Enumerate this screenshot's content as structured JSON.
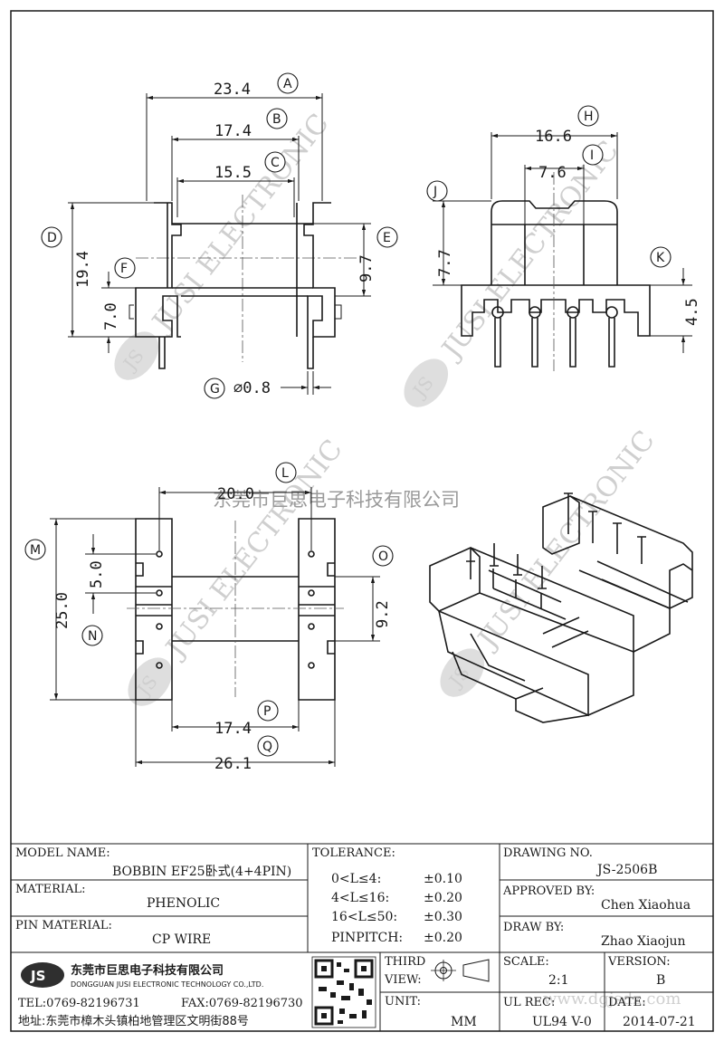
{
  "views": {
    "front": {
      "dims": {
        "A": "23.4",
        "B": "17.4",
        "C": "15.5",
        "D": "19.4",
        "E": "9.7",
        "F": "7.0",
        "G": "⌀0.8"
      }
    },
    "side": {
      "dims": {
        "H": "16.6",
        "I": "7.6",
        "J": "7.7",
        "K": "4.5"
      }
    },
    "top": {
      "dims": {
        "L": "20.0",
        "M": "25.0",
        "N": "5.0",
        "O": "9.2",
        "P": "17.4",
        "Q": "26.1"
      }
    },
    "bubbles": [
      "A",
      "B",
      "C",
      "D",
      "E",
      "F",
      "G",
      "H",
      "I",
      "J",
      "K",
      "L",
      "M",
      "N",
      "O",
      "P",
      "Q"
    ]
  },
  "watermark": {
    "company_cn": "东莞市巨思电子科技有限公司",
    "brand_en": "JUSI ELECTRONIC",
    "logo": "JS",
    "site": "www.dgjsdz.com"
  },
  "title_block": {
    "model_label": "MODEL NAME:",
    "model_value": "BOBBIN EF25卧式(4+4PIN)",
    "material_label": "MATERIAL:",
    "material_value": "PHENOLIC",
    "pin_material_label": "PIN MATERIAL:",
    "pin_material_value": "CP WIRE",
    "tolerance_label": "TOLERANCE:",
    "tolerances": [
      {
        "range": "0<L≤4:",
        "value": "±0.10"
      },
      {
        "range": "4<L≤16:",
        "value": "±0.20"
      },
      {
        "range": "16<L≤50:",
        "value": "±0.30"
      },
      {
        "range": "PINPITCH:",
        "value": "±0.20"
      }
    ],
    "drawing_no_label": "DRAWING NO.",
    "drawing_no": "JS-2506B",
    "approved_label": "APPROVED BY:",
    "approved_value": "Chen Xiaohua",
    "draw_label": "DRAW BY:",
    "draw_value": "Zhao Xiaojun",
    "third_label": "THIRD",
    "view_label": "VIEW:",
    "unit_label": "UNIT:",
    "unit_value": "MM",
    "scale_label": "SCALE:",
    "scale_value": "2:1",
    "version_label": "VERSION:",
    "version_value": "B",
    "ulrec_label": "UL REC:",
    "ulrec_value": "UL94 V-0",
    "date_label": "DATE:",
    "date_value": "2014-07-21",
    "company_cn": "东莞市巨思电子科技有限公司",
    "company_en": "DONGGUAN JUSI ELECTRONIC TECHNOLOGY CO.,LTD.",
    "tel": "TEL:0769-82196731",
    "fax": "FAX:0769-82196730",
    "address": "地址:东莞市樟木头镇柏地管理区文明街88号",
    "logo": "JS"
  }
}
